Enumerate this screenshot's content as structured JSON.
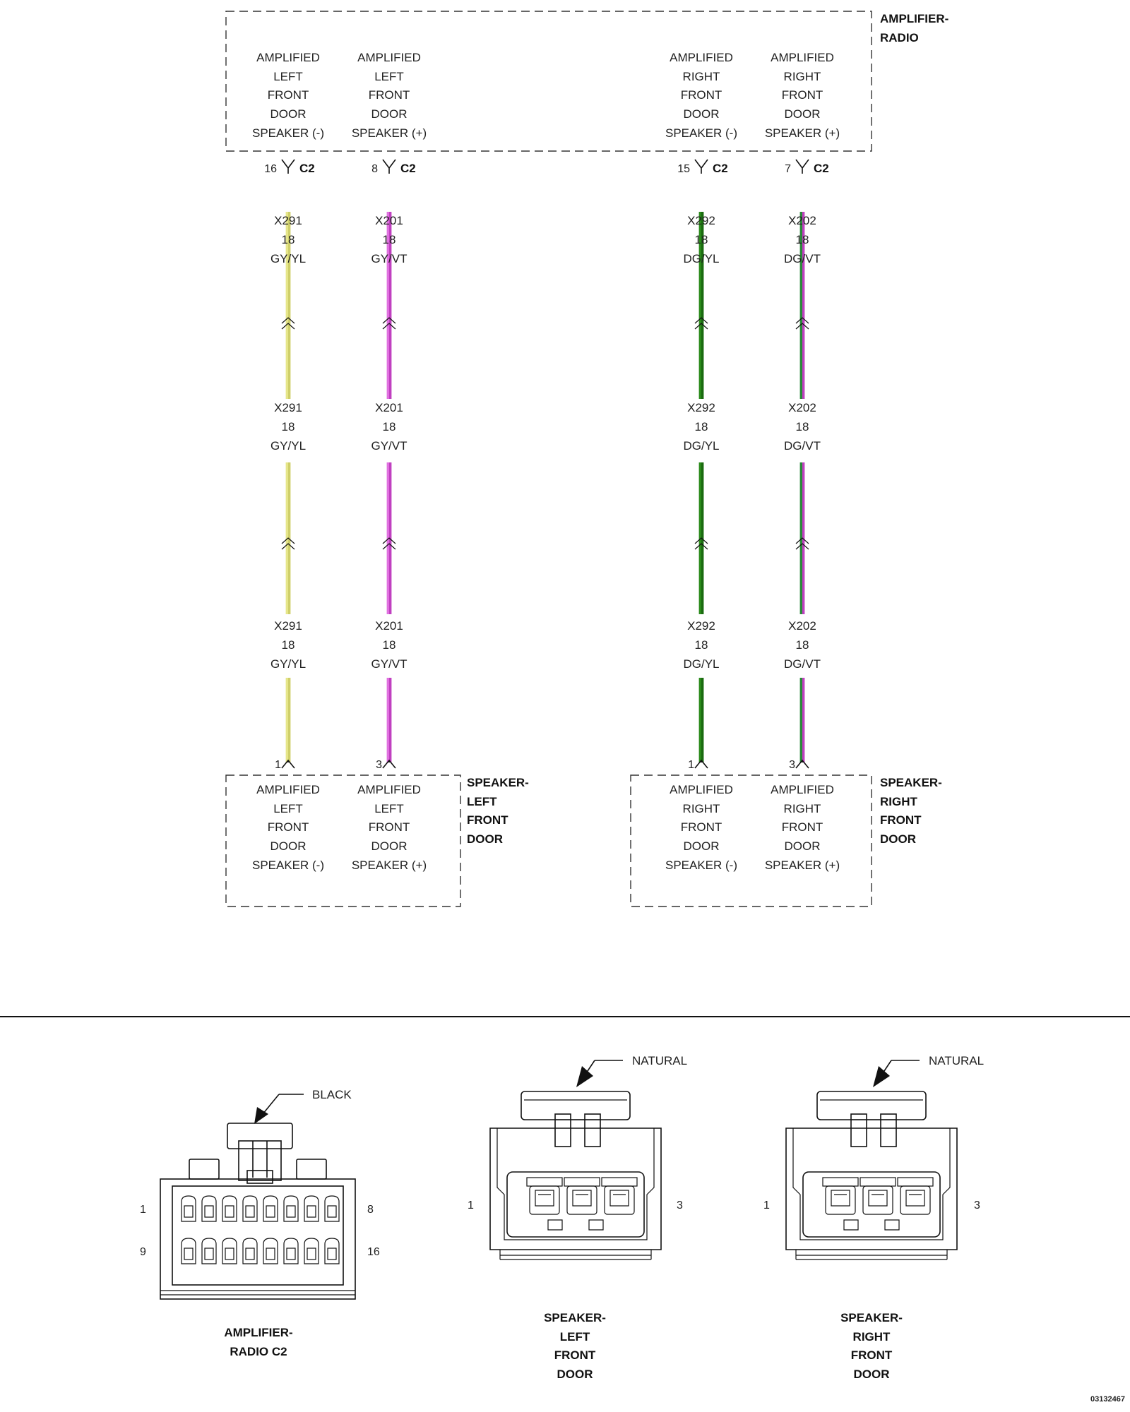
{
  "components": {
    "amp": {
      "title": [
        "AMPLIFIER-",
        "RADIO"
      ],
      "cavities": [
        [
          "AMPLIFIED",
          "LEFT",
          "FRONT",
          "DOOR",
          "SPEAKER (-)"
        ],
        [
          "AMPLIFIED",
          "LEFT",
          "FRONT",
          "DOOR",
          "SPEAKER (+)"
        ],
        [
          "AMPLIFIED",
          "RIGHT",
          "FRONT",
          "DOOR",
          "SPEAKER (-)"
        ],
        [
          "AMPLIFIED",
          "RIGHT",
          "FRONT",
          "DOOR",
          "SPEAKER (+)"
        ]
      ]
    },
    "left_speaker": {
      "title": [
        "SPEAKER-",
        "LEFT",
        "FRONT",
        "DOOR"
      ],
      "cavities": [
        [
          "AMPLIFIED",
          "LEFT",
          "FRONT",
          "DOOR",
          "SPEAKER (-)"
        ],
        [
          "AMPLIFIED",
          "LEFT",
          "FRONT",
          "DOOR",
          "SPEAKER (+)"
        ]
      ]
    },
    "right_speaker": {
      "title": [
        "SPEAKER-",
        "RIGHT",
        "FRONT",
        "DOOR"
      ],
      "cavities": [
        [
          "AMPLIFIED",
          "RIGHT",
          "FRONT",
          "DOOR",
          "SPEAKER (-)"
        ],
        [
          "AMPLIFIED",
          "RIGHT",
          "FRONT",
          "DOOR",
          "SPEAKER (+)"
        ]
      ]
    }
  },
  "circuits": [
    {
      "id": "X291",
      "gauge": "18",
      "color_code": "GY/YL",
      "amp_pin": "16",
      "connector": "C2",
      "speaker_pin": "1",
      "colors": [
        "#e6e68a",
        "#cfcf6a"
      ]
    },
    {
      "id": "X201",
      "gauge": "18",
      "color_code": "GY/VT",
      "amp_pin": "8",
      "connector": "C2",
      "speaker_pin": "3",
      "colors": [
        "#e070e0",
        "#c040c0"
      ]
    },
    {
      "id": "X292",
      "gauge": "18",
      "color_code": "DG/YL",
      "amp_pin": "15",
      "connector": "C2",
      "speaker_pin": "1",
      "colors": [
        "#2a8a1a",
        "#1a6a10"
      ]
    },
    {
      "id": "X202",
      "gauge": "18",
      "color_code": "DG/VT",
      "amp_pin": "7",
      "connector": "C2",
      "speaker_pin": "3",
      "colors": [
        "#2a8a3a",
        "#c040c0"
      ]
    }
  ],
  "connector_views": {
    "amp_c2": {
      "color_label": "BLACK",
      "pins": {
        "top_left": "1",
        "top_right": "8",
        "bottom_left": "9",
        "bottom_right": "16"
      },
      "title": [
        "AMPLIFIER-",
        "RADIO C2"
      ]
    },
    "left_speaker": {
      "color_label": "NATURAL",
      "pins": {
        "left": "1",
        "right": "3"
      },
      "title": [
        "SPEAKER-",
        "LEFT",
        "FRONT",
        "DOOR"
      ]
    },
    "right_speaker": {
      "color_label": "NATURAL",
      "pins": {
        "left": "1",
        "right": "3"
      },
      "title": [
        "SPEAKER-",
        "RIGHT",
        "FRONT",
        "DOOR"
      ]
    }
  },
  "diagram_id": "03132467"
}
